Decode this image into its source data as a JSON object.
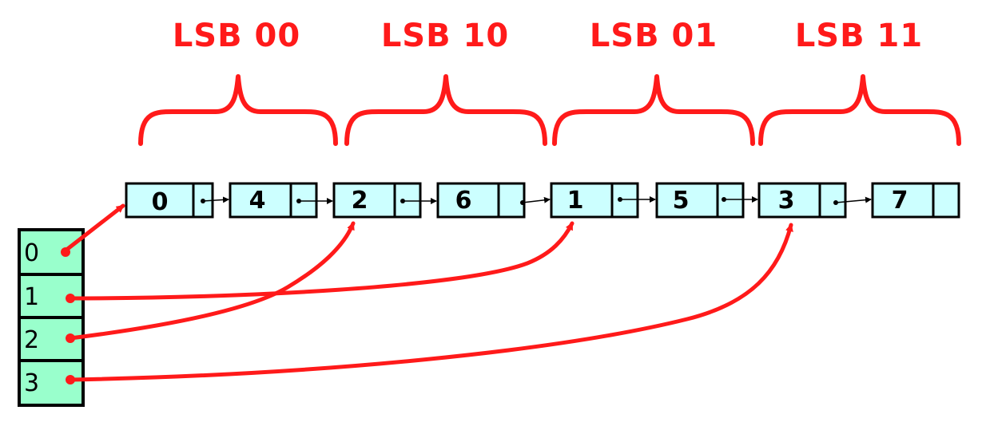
{
  "colors": {
    "accent": "#ff1a1a",
    "node_fill": "#ccffff",
    "index_fill": "#99ffcc",
    "stroke": "#000000"
  },
  "groups": [
    {
      "label": "LSB 00"
    },
    {
      "label": "LSB 10"
    },
    {
      "label": "LSB 01"
    },
    {
      "label": "LSB 11"
    }
  ],
  "list_nodes": [
    {
      "value": "0",
      "next": true
    },
    {
      "value": "4",
      "next": true
    },
    {
      "value": "2",
      "next": true
    },
    {
      "value": "6",
      "next": true
    },
    {
      "value": "1",
      "next": true
    },
    {
      "value": "5",
      "next": true
    },
    {
      "value": "3",
      "next": true
    },
    {
      "value": "7",
      "next": false
    }
  ],
  "index_array": [
    {
      "label": "0",
      "points_to": "0"
    },
    {
      "label": "1",
      "points_to": "1"
    },
    {
      "label": "2",
      "points_to": "2"
    },
    {
      "label": "3",
      "points_to": "3"
    }
  ]
}
